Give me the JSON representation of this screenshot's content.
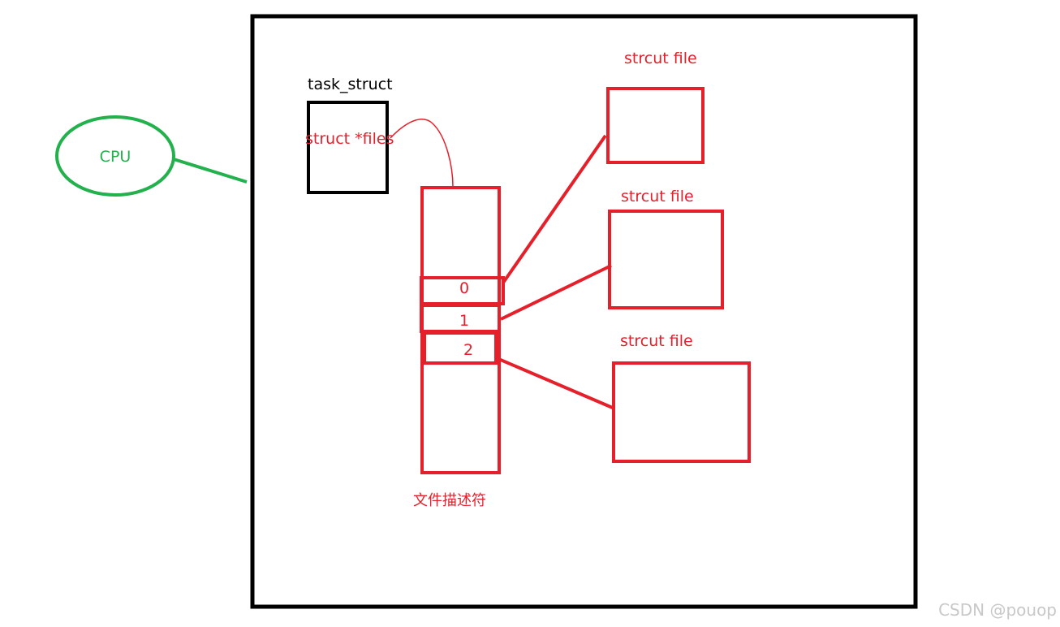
{
  "diagram": {
    "cpu_label": "CPU",
    "task_struct_label": "task_struct",
    "files_pointer_label": "struct *files",
    "fd_table_label": "文件描述符",
    "fd_indices": [
      "0",
      "1",
      "2"
    ],
    "file_labels": [
      "strcut file",
      "strcut file",
      "strcut file"
    ],
    "colors": {
      "red": "#e5202b",
      "green": "#22b14c",
      "black": "#000000"
    }
  },
  "watermark": "CSDN @pouop"
}
